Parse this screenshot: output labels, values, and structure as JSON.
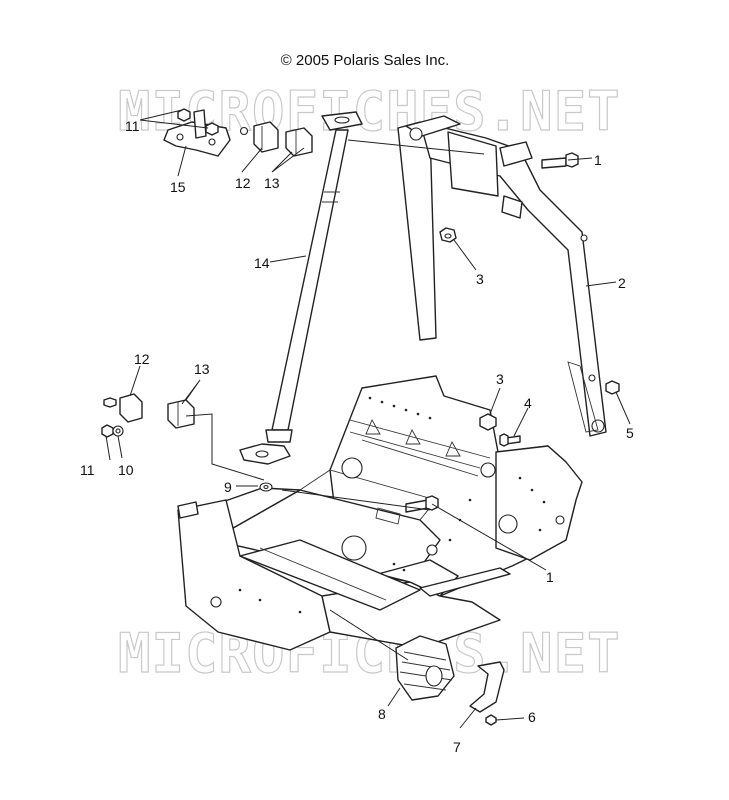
{
  "copyright": "© 2005 Polaris Sales Inc.",
  "watermark": "MICROFICHES.NET",
  "callouts": [
    {
      "id": "c11a",
      "text": "11"
    },
    {
      "id": "c15",
      "text": "15"
    },
    {
      "id": "c12a",
      "text": "12"
    },
    {
      "id": "c13a",
      "text": "13"
    },
    {
      "id": "c1a",
      "text": "1"
    },
    {
      "id": "c14",
      "text": "14"
    },
    {
      "id": "c3a",
      "text": "3"
    },
    {
      "id": "c2",
      "text": "2"
    },
    {
      "id": "c12b",
      "text": "12"
    },
    {
      "id": "c13b",
      "text": "13"
    },
    {
      "id": "c3b",
      "text": "3"
    },
    {
      "id": "c4",
      "text": "4"
    },
    {
      "id": "c5",
      "text": "5"
    },
    {
      "id": "c11b",
      "text": "11"
    },
    {
      "id": "c10",
      "text": "10"
    },
    {
      "id": "c9",
      "text": "9"
    },
    {
      "id": "c1b",
      "text": "1"
    },
    {
      "id": "c8",
      "text": "8"
    },
    {
      "id": "c7",
      "text": "7"
    },
    {
      "id": "c6",
      "text": "6"
    }
  ]
}
